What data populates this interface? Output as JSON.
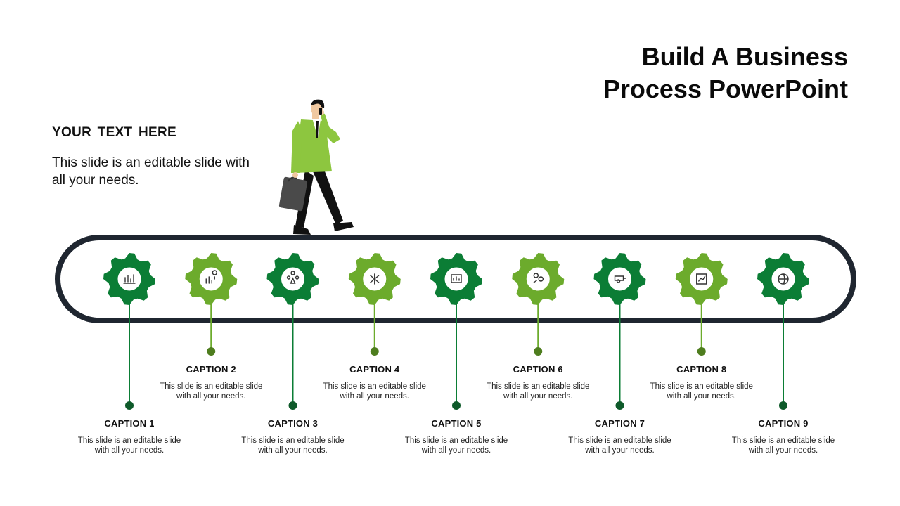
{
  "title_lines": [
    "Build A Business",
    "Process PowerPoint"
  ],
  "text_block": {
    "heading": "YOUR  TEXT HERE",
    "body": "This slide is an editable slide with all your needs."
  },
  "colors": {
    "dark_green": "#0b7d35",
    "light_green": "#6cab2c",
    "track": "#1f2630",
    "jacket": "#8dc63f"
  },
  "steps": [
    {
      "caption": "CAPTION 1",
      "desc": "This slide is an editable slide with all your needs.",
      "icon": "presentation-chart-icon",
      "tone": "dark"
    },
    {
      "caption": "CAPTION 2",
      "desc": "This slide is an editable slide with all your needs.",
      "icon": "idea-chart-icon",
      "tone": "light"
    },
    {
      "caption": "CAPTION 3",
      "desc": "This slide is an editable slide with all your needs.",
      "icon": "team-icon",
      "tone": "dark"
    },
    {
      "caption": "CAPTION 4",
      "desc": "This slide is an editable slide with all your needs.",
      "icon": "network-icon",
      "tone": "light"
    },
    {
      "caption": "CAPTION 5",
      "desc": "This slide is an editable slide with all your needs.",
      "icon": "report-board-icon",
      "tone": "dark"
    },
    {
      "caption": "CAPTION 6",
      "desc": "This slide is an editable slide with all your needs.",
      "icon": "gears-icon",
      "tone": "light"
    },
    {
      "caption": "CAPTION 7",
      "desc": "This slide is an editable slide with all your needs.",
      "icon": "money-flow-icon",
      "tone": "dark"
    },
    {
      "caption": "CAPTION 8",
      "desc": "This slide is an editable slide with all your needs.",
      "icon": "analytics-icon",
      "tone": "light"
    },
    {
      "caption": "CAPTION 9",
      "desc": "This slide is an editable slide with all your needs.",
      "icon": "global-business-icon",
      "tone": "dark"
    }
  ]
}
